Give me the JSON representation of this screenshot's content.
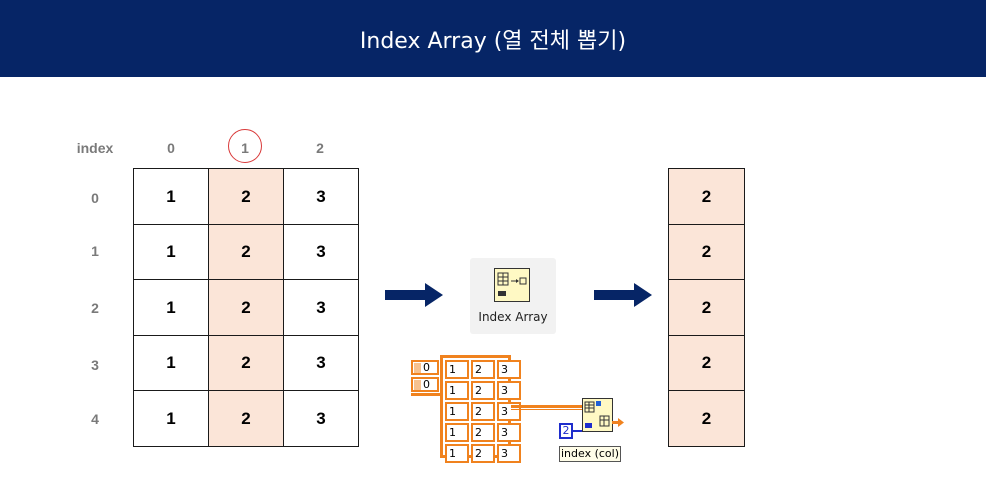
{
  "title": "Index Array (열 전체 뽑기)",
  "header": {
    "index_label": "index",
    "columns": [
      "0",
      "1",
      "2"
    ],
    "rows": [
      "0",
      "1",
      "2",
      "3",
      "4"
    ]
  },
  "input_array": [
    [
      "1",
      "2",
      "3"
    ],
    [
      "1",
      "2",
      "3"
    ],
    [
      "1",
      "2",
      "3"
    ],
    [
      "1",
      "2",
      "3"
    ],
    [
      "1",
      "2",
      "3"
    ]
  ],
  "selected_column": "1",
  "output_array": [
    "2",
    "2",
    "2",
    "2",
    "2"
  ],
  "function_node": {
    "label": "Index Array"
  },
  "labview": {
    "index_controls": [
      "0",
      "0"
    ],
    "array_values": [
      [
        "1",
        "2",
        "3"
      ],
      [
        "1",
        "2",
        "3"
      ],
      [
        "1",
        "2",
        "3"
      ],
      [
        "1",
        "2",
        "3"
      ],
      [
        "1",
        "2",
        "3"
      ]
    ],
    "index_constant": "2",
    "index_constant_label": "index (col)"
  },
  "colors": {
    "title_bg": "#062566",
    "highlight": "#fbe5d8",
    "arrow": "#062566",
    "labview_orange": "#f0821e",
    "circle": "#d93a3a"
  }
}
